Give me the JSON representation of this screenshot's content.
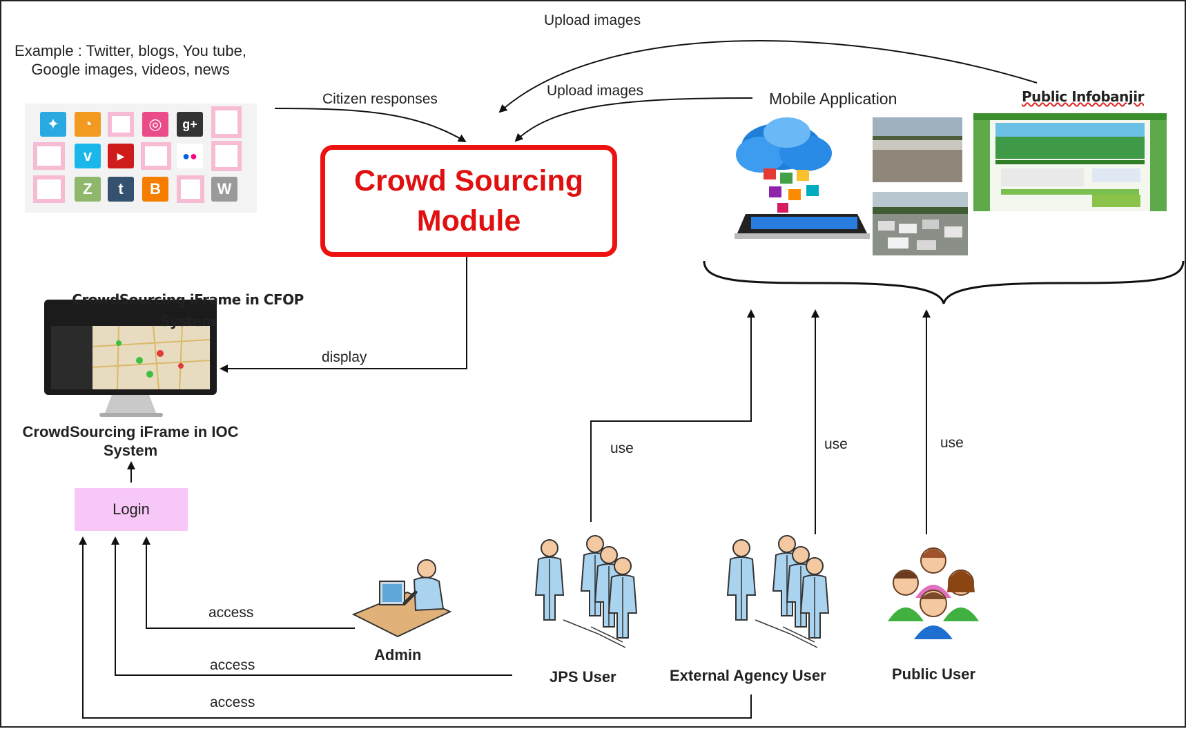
{
  "labels": {
    "example_sources": "Example : Twitter, blogs, You tube, Google images, videos, news",
    "citizen_responses": "Citizen responses",
    "upload_images_top": "Upload images",
    "upload_images_mid": "Upload images",
    "mobile_application": "Mobile Application",
    "public_infobanjir": "Public Infobanjir",
    "cfop_iframe": "CrowdSourcing iFrame in CFOP System",
    "display": "display",
    "ioc_iframe": "CrowdSourcing iFrame in IOC System",
    "use_1": "use",
    "use_2": "use",
    "use_3": "use",
    "access_1": "access",
    "access_2": "access",
    "access_3": "access"
  },
  "module": {
    "title": "Crowd Sourcing\nModule"
  },
  "login": {
    "label": "Login"
  },
  "actors": {
    "admin": "Admin",
    "jps_user": "JPS User",
    "external_agency_user": "External Agency User",
    "public_user": "Public User"
  },
  "social_icons": [
    "twitter-icon",
    "rss-icon",
    "dribbble-icon",
    "google-plus-icon",
    "vimeo-icon",
    "youtube-icon",
    "flickr-icon",
    "zootool-icon",
    "tumblr-icon",
    "blogger-icon",
    "wordpress-icon"
  ],
  "colors": {
    "module_border": "#ee1111",
    "module_text": "#e01010",
    "login_fill": "#f7c8f7",
    "person_fill": "#a9d3ee",
    "head_fill": "#f4c8a0"
  }
}
